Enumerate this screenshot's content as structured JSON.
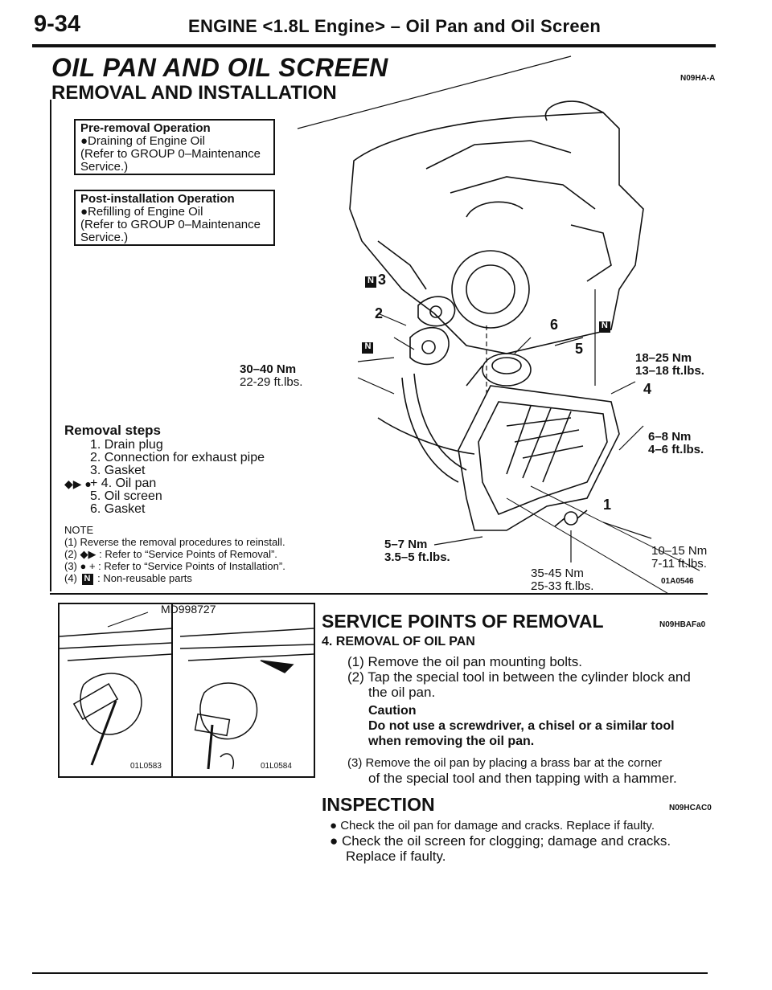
{
  "header": {
    "page_number": "9-34",
    "title": "ENGINE <1.8L Engine> – Oil Pan and Oil Screen"
  },
  "section": {
    "title": "OIL PAN AND OIL SCREEN",
    "subtitle": "REMOVAL AND INSTALLATION",
    "code": "N09HA-A"
  },
  "pre_removal": {
    "heading": "Pre-removal Operation",
    "line1": "●Draining of Engine Oil",
    "line2": "(Refer to GROUP 0–Maintenance",
    "line3": "Service.)"
  },
  "post_installation": {
    "heading": "Post-installation Operation",
    "line1": "●Refilling of Engine Oil",
    "line2": "(Refer to GROUP 0–Maintenance",
    "line3": "Service.)"
  },
  "torques": {
    "t1_nm": "30–40 Nm",
    "t1_ft": "22-29 ft.lbs.",
    "t2_nm": "18–25 Nm",
    "t2_ft": "13–18 ft.lbs.",
    "t3_nm": "6–8 Nm",
    "t3_ft": "4–6 ft.lbs.",
    "t4_nm": "5–7 Nm",
    "t4_ft": "3.5–5 ft.lbs.",
    "t5_nm": "35-45 Nm",
    "t5_ft": "25-33 ft.lbs.",
    "t6_nm": "10–15 Nm",
    "t6_ft": "7-11 ft.lbs."
  },
  "callouts": {
    "c1": "1",
    "c2": "2",
    "c3": "3",
    "c4": "4",
    "c5": "5",
    "c6": "6"
  },
  "figure_code": "01A0546",
  "removal_steps": {
    "heading": "Removal steps",
    "step1": "1. Drain plug",
    "step2": "2. Connection for exhaust pipe",
    "step3": "3. Gasket",
    "step4_mark": "◆▶ ●",
    "step4": "+ 4. Oil pan",
    "step5": "5. Oil screen",
    "step6": "6. Gasket"
  },
  "note": {
    "heading": "NOTE",
    "line1": "(1) Reverse the removal procedures to reinstall.",
    "line2": "(2) ◆▶ : Refer to “Service Points of Removal”.",
    "line3": "(3) ● + : Refer to “Service Points of Installation”.",
    "line4": ": Non-reusable parts",
    "line4_prefix": "(4)"
  },
  "photo": {
    "tool_label": "MD998727",
    "code_left": "01L0583",
    "code_right": "01L0584"
  },
  "service_points": {
    "title": "SERVICE POINTS OF REMOVAL",
    "code": "N09HBAFa0",
    "item_title": "4. REMOVAL OF OIL PAN",
    "p1": "(1) Remove the oil pan mounting bolts.",
    "p2a": "(2) Tap the special tool in between the cylinder block and",
    "p2b": "the oil pan.",
    "caution_head": "Caution",
    "caution1": "Do not use a screwdriver, a chisel or a similar tool",
    "caution2": "when removing the oil pan.",
    "p3a": "(3) Remove the oil pan by placing a brass bar at the corner",
    "p3b": "of the special tool and then tapping with a hammer."
  },
  "inspection": {
    "title": "INSPECTION",
    "code": "N09HCAC0",
    "b1": "● Check the oil pan for damage and cracks. Replace if faulty.",
    "b2": "● Check the oil screen for clogging; damage and cracks.",
    "b2b": "Replace if faulty."
  }
}
